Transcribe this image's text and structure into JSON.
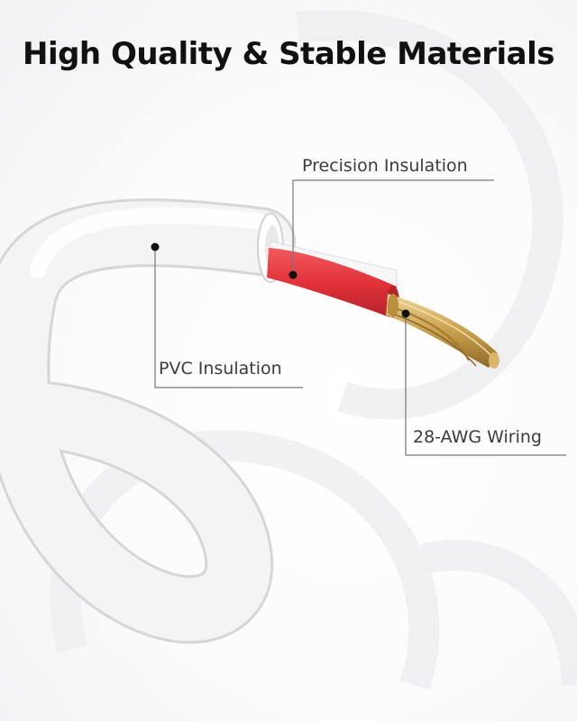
{
  "title": "High Quality & Stable Materials",
  "callouts": {
    "precision_insulation": "Precision Insulation",
    "pvc_insulation": "PVC Insulation",
    "awg_wiring": "28-AWG Wiring"
  },
  "colors": {
    "cable_jacket": "#f4f4f4",
    "inner_insulation": "#e8343c",
    "copper": "#c9a14e",
    "leader_line": "#777777"
  }
}
